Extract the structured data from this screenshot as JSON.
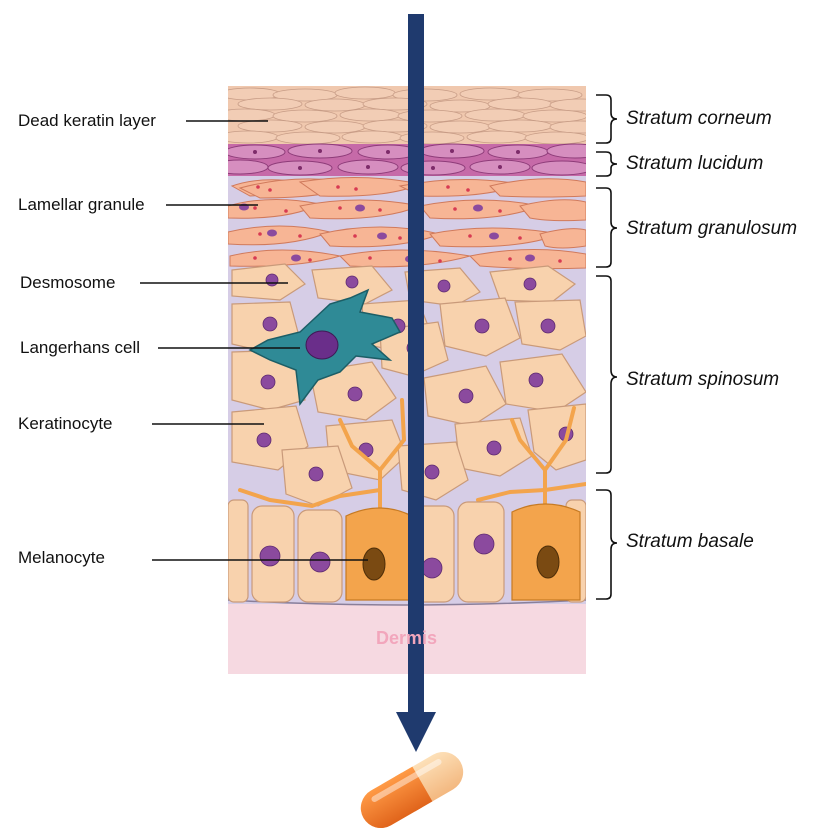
{
  "left_labels": [
    "Dead keratin layer",
    "Lamellar granule",
    "Desmosome",
    "Langerhans cell",
    "Keratinocyte",
    "Melanocyte"
  ],
  "layer_labels": [
    "Stratum corneum",
    "Stratum lucidum",
    "Stratum granulosum",
    "Stratum spinosum",
    "Stratum basale"
  ],
  "dermis_label": "Dermis",
  "icons": {
    "arrow": "down-arrow-icon",
    "capsule": "capsule-icon"
  },
  "colors": {
    "arrow": "#1f3a6e",
    "cytoplasm": "#f8d2ad",
    "nucleus": "#8b4a9e",
    "melanocyte": "#f3a44c",
    "langerhans": "#2f8a96",
    "lucidum": "#b3519c",
    "dermis": "#f6d9e1",
    "capsule_orange": "#f47c2a"
  }
}
